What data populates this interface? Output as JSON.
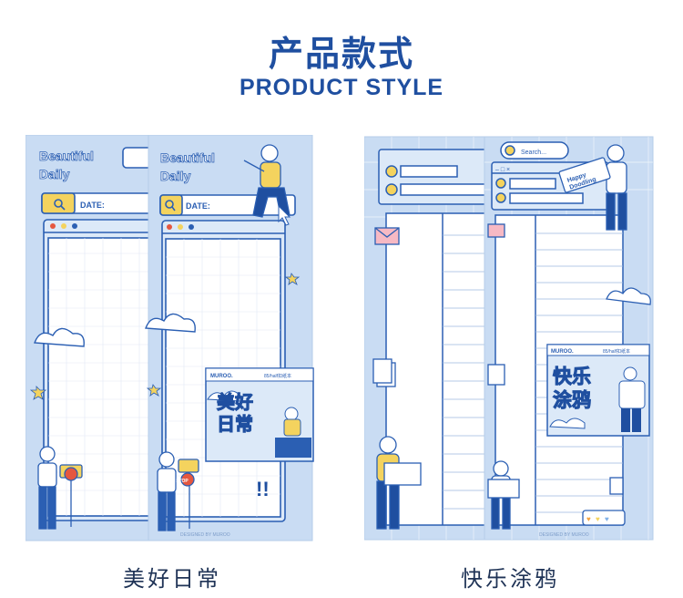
{
  "header": {
    "title_cn": "产品款式",
    "title_en": "PRODUCT STYLE"
  },
  "products": [
    {
      "caption": "美好日常",
      "pad_title_line1": "Beautiful",
      "pad_title_line2": "Daily",
      "date_label": "DATE:",
      "sticker_brand": "MUROO.",
      "sticker_sub": "85/half扣纸本",
      "sticker_text_line1": "美好",
      "sticker_text_line2": "日常",
      "designer_credit": "DESIGNED BY MUROO",
      "sign_text": "STOP",
      "exclaim": "!!"
    },
    {
      "caption": "快乐涂鸦",
      "search_label": "Search...",
      "window_controls": "– □ ×",
      "tag_text_line1": "Happy",
      "tag_text_line2": "Doodling",
      "sticker_brand": "MUROO.",
      "sticker_sub": "85/half扣纸本",
      "sticker_text_line1": "快乐",
      "sticker_text_line2": "涂鸦",
      "designer_credit": "DESIGNED BY MUROO"
    }
  ],
  "colors": {
    "brand_blue": "#1f4fa0",
    "line_blue": "#2b5fb3",
    "pad_bg": "#c9dcf3",
    "pad_bg_light": "#dce9f8",
    "accent_yellow": "#f4d35e",
    "accent_red": "#e5573f"
  }
}
